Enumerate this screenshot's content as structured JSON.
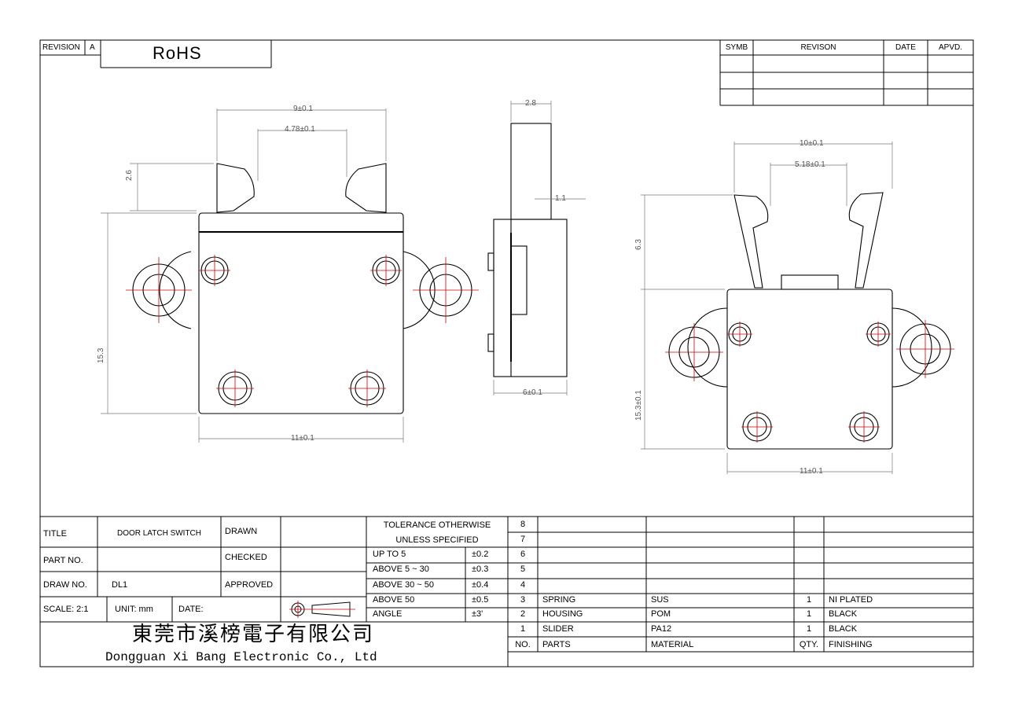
{
  "header": {
    "revision_label": "REVISION",
    "revision_value": "A",
    "rohs": "RoHS"
  },
  "revision_table": {
    "headers": [
      "SYMB",
      "REVISON",
      "DATE",
      "APVD."
    ]
  },
  "dimensions": {
    "top_width": "9±0.1",
    "top_gap": "4.78±0.1",
    "top_height": "2.6",
    "front_height": "15.3",
    "front_width": "11±0.1",
    "side_top": "2.8",
    "side_gap": "1.1",
    "side_depth": "6±0.1",
    "right_width": "10±0.1",
    "right_gap": "5.18±0.1",
    "right_height": "6.3",
    "right_body_height": "15.3±0.1",
    "right_body_width": "11±0.1"
  },
  "title_block": {
    "title_label": "TITLE",
    "title_value": "DOOR LATCH SWITCH",
    "part_no_label": "PART NO.",
    "part_no_value": "",
    "draw_no_label": "DRAW NO.",
    "draw_no_value": "DL1",
    "scale_label": "SCALE: 2:1",
    "unit_label": "UNIT: mm",
    "date_label": "DATE:",
    "drawn_label": "DRAWN",
    "checked_label": "CHECKED",
    "approved_label": "APPROVED",
    "company_cn": "東莞市溪榜電子有限公司",
    "company_en": "Dongguan Xi Bang Electronic Co., Ltd"
  },
  "tolerance": {
    "heading1": "TOLERANCE OTHERWISE",
    "heading2": "UNLESS SPECIFIED",
    "rows": [
      {
        "range": "UP TO 5",
        "tol": "±0.2"
      },
      {
        "range": "ABOVE 5 ~ 30",
        "tol": "±0.3"
      },
      {
        "range": "ABOVE 30 ~ 50",
        "tol": "±0.4"
      },
      {
        "range": "ABOVE 50",
        "tol": "±0.5"
      },
      {
        "range": "ANGLE",
        "tol": "±3'"
      }
    ]
  },
  "parts": {
    "header": {
      "no": "NO.",
      "part": "PARTS",
      "material": "MATERIAL",
      "qty": "QTY.",
      "finishing": "FINISHING"
    },
    "rows": [
      {
        "no": "8",
        "part": "",
        "material": "",
        "qty": "",
        "finishing": ""
      },
      {
        "no": "7",
        "part": "",
        "material": "",
        "qty": "",
        "finishing": ""
      },
      {
        "no": "6",
        "part": "",
        "material": "",
        "qty": "",
        "finishing": ""
      },
      {
        "no": "5",
        "part": "",
        "material": "",
        "qty": "",
        "finishing": ""
      },
      {
        "no": "4",
        "part": "",
        "material": "",
        "qty": "",
        "finishing": ""
      },
      {
        "no": "3",
        "part": "SPRING",
        "material": "SUS",
        "qty": "1",
        "finishing": "NI PLATED"
      },
      {
        "no": "2",
        "part": "HOUSING",
        "material": "POM",
        "qty": "1",
        "finishing": "BLACK"
      },
      {
        "no": "1",
        "part": "SLIDER",
        "material": "PA12",
        "qty": "1",
        "finishing": "BLACK"
      }
    ]
  }
}
